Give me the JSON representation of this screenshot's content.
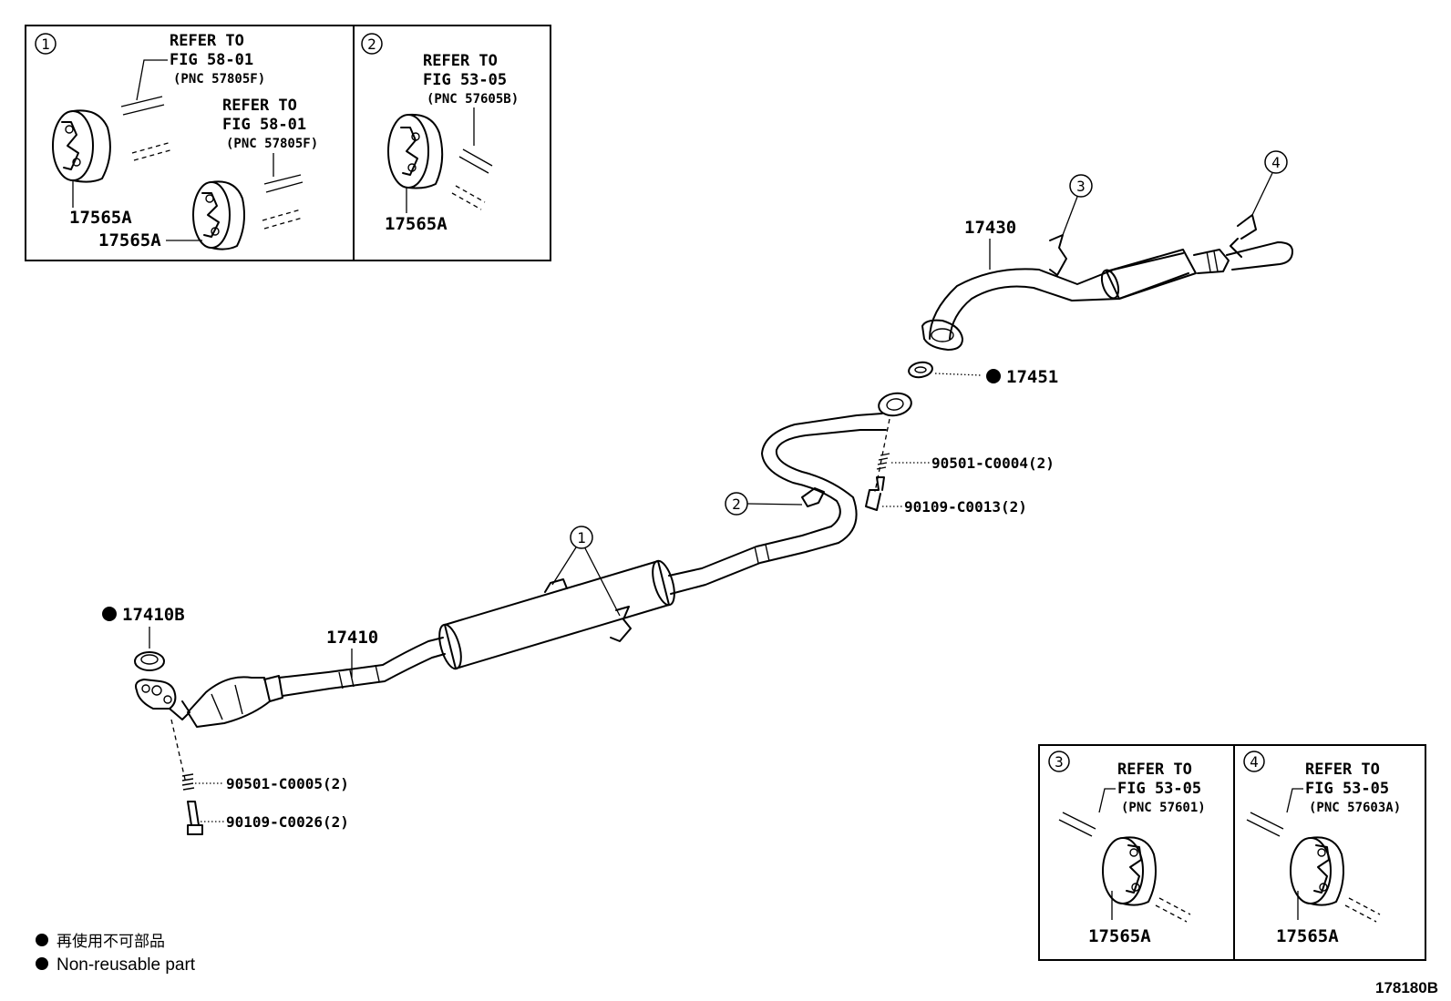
{
  "inset1": {
    "marker": "1",
    "ref_a": [
      "REFER TO",
      "FIG 58-01",
      "(PNC 57805F)"
    ],
    "ref_b": [
      "REFER TO",
      "FIG 58-01",
      "(PNC 57805F)"
    ],
    "part_a": "17565A",
    "part_b": "17565A"
  },
  "inset2": {
    "marker": "2",
    "ref": [
      "REFER TO",
      "FIG 53-05",
      "(PNC 57605B)"
    ],
    "part": "17565A"
  },
  "inset3": {
    "marker": "3",
    "ref": [
      "REFER TO",
      "FIG 53-05",
      "(PNC 57601)"
    ],
    "part": "17565A"
  },
  "inset4": {
    "marker": "4",
    "ref": [
      "REFER TO",
      "FIG 53-05",
      "(PNC 57603A)"
    ],
    "part": "17565A"
  },
  "main": {
    "p17430": "17430",
    "p17451": "17451",
    "p90501_c0004": "90501-C0004(2)",
    "p90109_c0013": "90109-C0013(2)",
    "p17410b": "17410B",
    "p17410": "17410",
    "p90501_c0005": "90501-C0005(2)",
    "p90109_c0026": "90109-C0026(2)",
    "callout1": "1",
    "callout2": "2",
    "callout3": "3",
    "callout4": "4"
  },
  "legend": {
    "japanese": "再使用不可部品",
    "english": "Non-reusable part"
  },
  "figure_id": "178180B"
}
